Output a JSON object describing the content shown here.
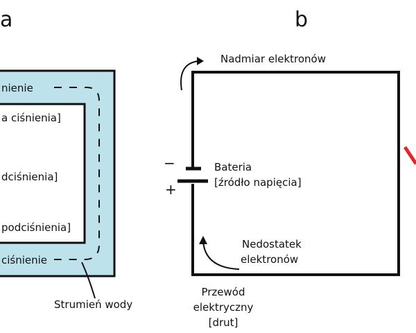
{
  "panel_a": {
    "letter": "a",
    "top_text": "nienie",
    "inner_top_text": "a ciśnienia]",
    "inner_mid_text": "dciśnienia]",
    "inner_bottom_text": "podciśnienia]",
    "bottom_text": "ciśnienie",
    "stream_label": "Strumień wody",
    "water_color": "#bde2ec"
  },
  "panel_b": {
    "letter": "b",
    "excess_label": "Nadmiar elektronów",
    "battery_label": "Bateria",
    "battery_sub_label": "[źródło napięcia]",
    "minus_sign": "−",
    "plus_sign": "+",
    "deficit_line1": "Nedostatek",
    "deficit_line2": "elektronów",
    "wire_line1": "Przewód",
    "wire_line2": "elektryczny",
    "wire_line3": "[drut]",
    "accent_color": "#e3242b"
  }
}
